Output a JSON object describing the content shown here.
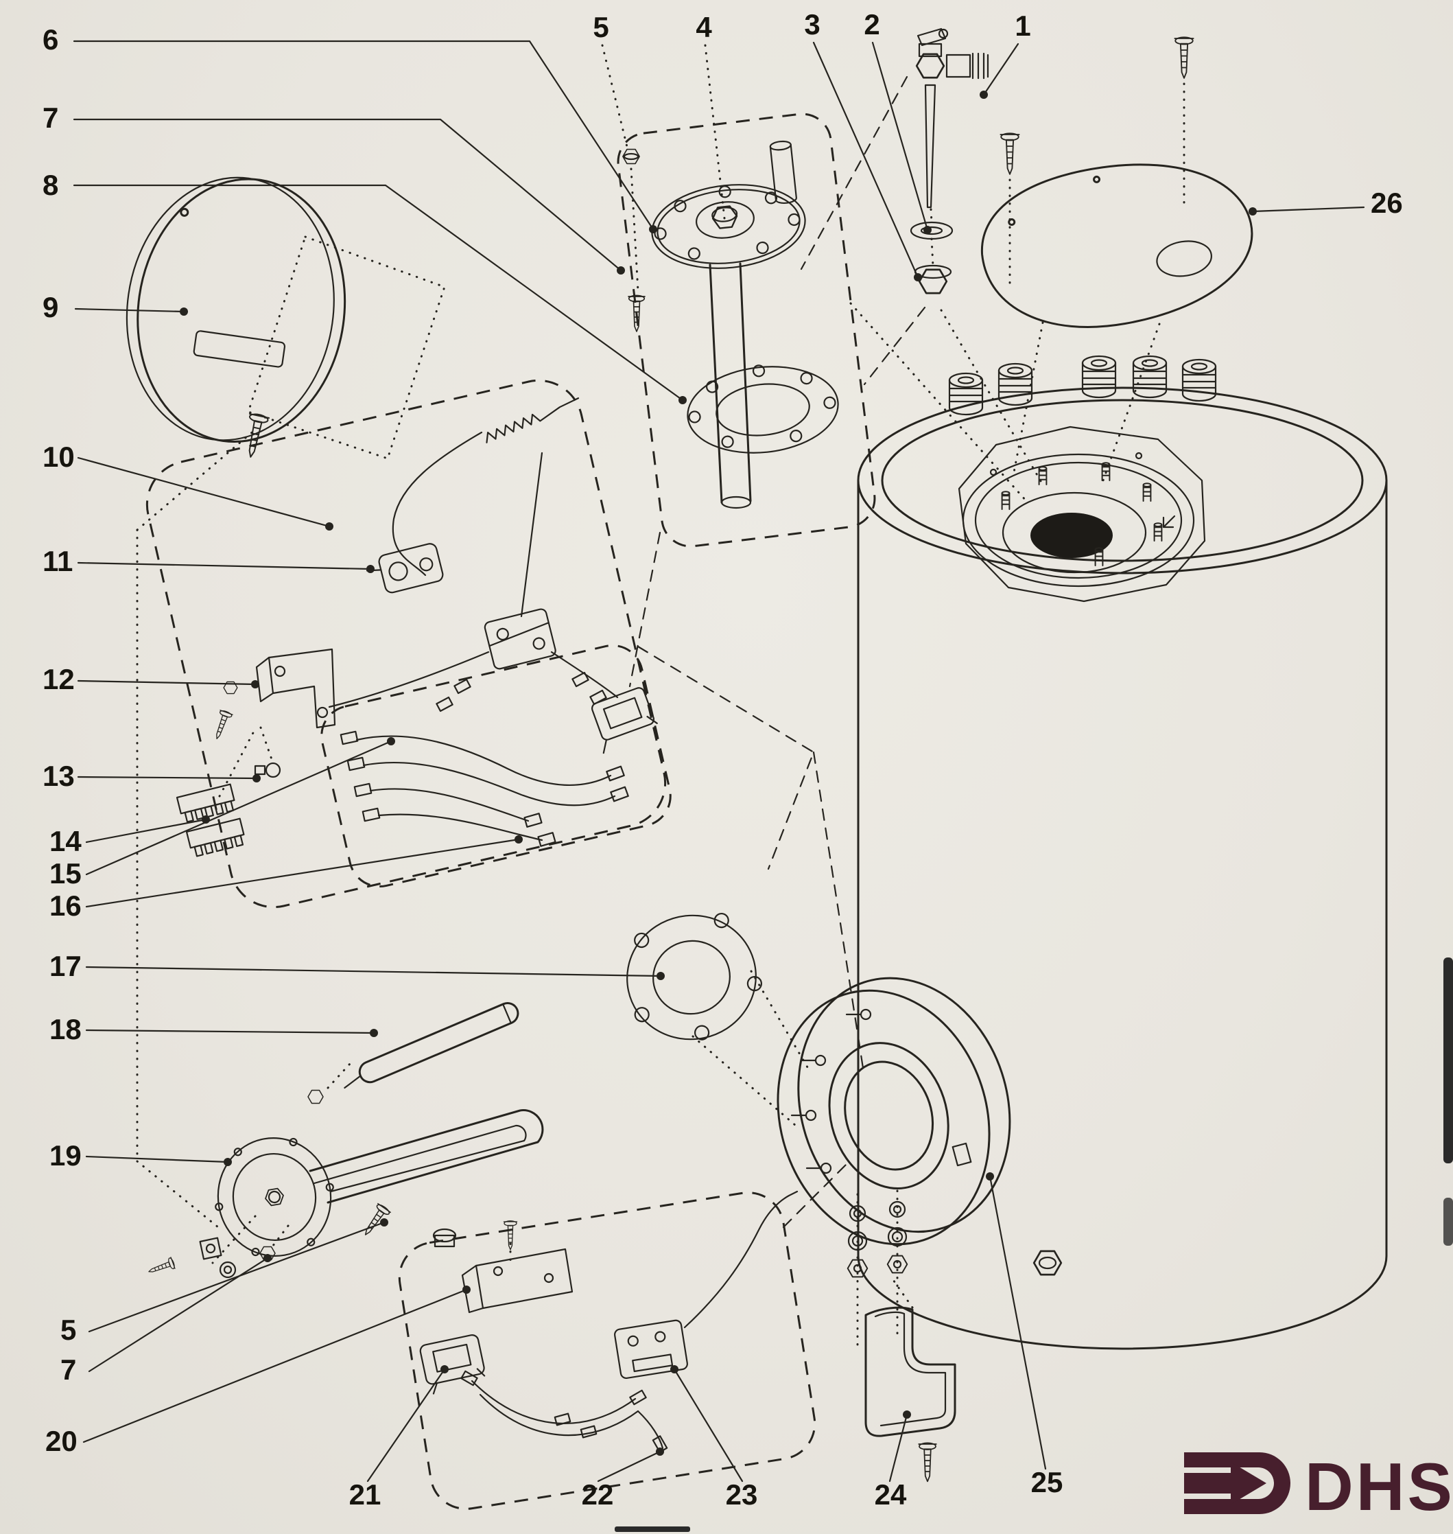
{
  "document": {
    "type": "exploded-parts-diagram",
    "subject": "water-heater-cylinder",
    "background": "#e9e6df",
    "line_color": "#26241f"
  },
  "callouts": {
    "n1": "1",
    "n2": "2",
    "n3": "3",
    "n4": "4",
    "n5_top": "5",
    "n5_left": "5",
    "n6": "6",
    "n7_left_top": "7",
    "n7_left_bottom": "7",
    "n8": "8",
    "n9": "9",
    "n10": "10",
    "n11": "11",
    "n12": "12",
    "n13": "13",
    "n14": "14",
    "n15": "15",
    "n16": "16",
    "n17": "17",
    "n18": "18",
    "n19": "19",
    "n20": "20",
    "n21": "21",
    "n22": "22",
    "n23": "23",
    "n24": "24",
    "n25": "25",
    "n26": "26"
  },
  "logo": {
    "text": "DHS",
    "color": "#471f2d"
  }
}
